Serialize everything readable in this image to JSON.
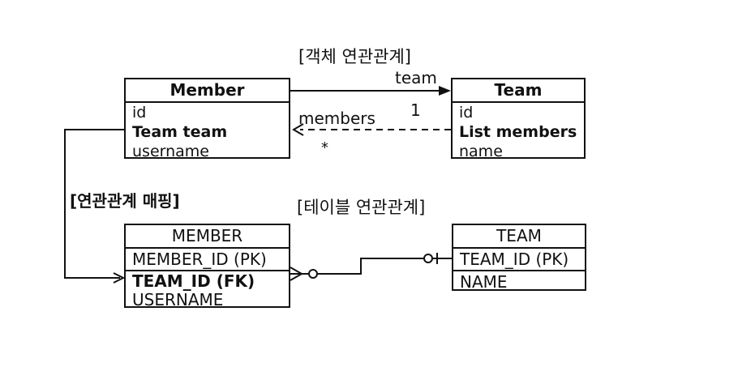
{
  "object_title": "[객체 연관관계]",
  "table_title": "[테이블 연관관계]",
  "mapping_label": "[연관관계 매핑]",
  "member_class": {
    "title": "Member",
    "fields": [
      "id",
      "Team team",
      "username"
    ]
  },
  "team_class": {
    "title": "Team",
    "fields": [
      "id",
      "List members",
      "name"
    ]
  },
  "member_table": {
    "title": "MEMBER",
    "fields": [
      "MEMBER_ID (PK)",
      "TEAM_ID (FK)",
      "USERNAME"
    ]
  },
  "team_table": {
    "title": "TEAM",
    "fields": [
      "TEAM_ID (PK)",
      "NAME"
    ]
  },
  "assoc_team_label": "team",
  "assoc_members_label": "members",
  "multiplicity_one": "1",
  "multiplicity_many": "*"
}
